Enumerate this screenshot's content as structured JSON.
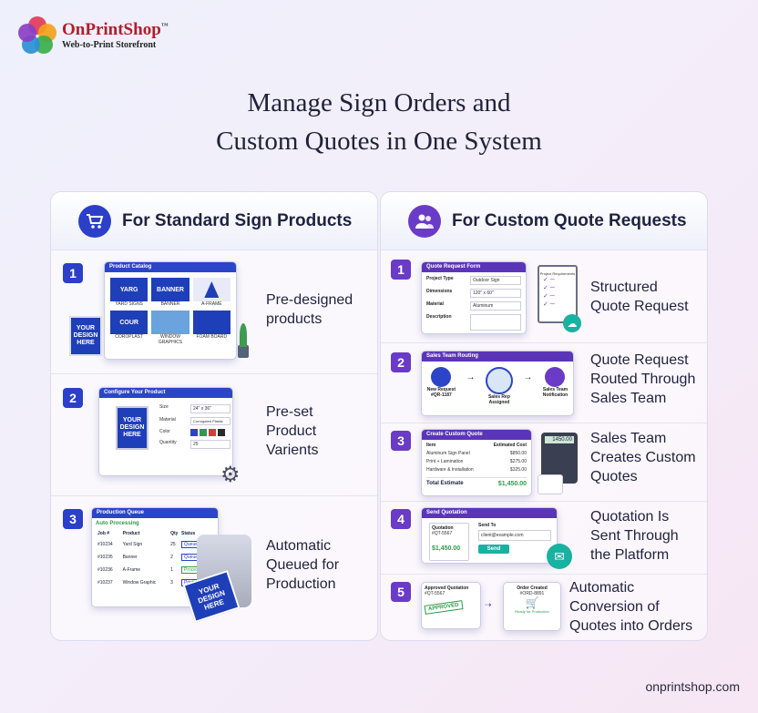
{
  "brand": {
    "name": "OnPrintShop",
    "trademark": "™",
    "tagline": "Web-to-Print Storefront"
  },
  "title": {
    "line1": "Manage Sign Orders and",
    "line2": "Custom Quotes in One System"
  },
  "left": {
    "heading": "For Standard Sign Products",
    "rows": [
      {
        "num": "1",
        "label_lines": [
          "Pre-designed",
          "products"
        ],
        "mock": {
          "title": "Product Catalog",
          "items": [
            "YARD SIGNS",
            "BANNER",
            "A-FRAME",
            "COROPLAST",
            "WINDOW GRAPHICS",
            "FOAM BOARD"
          ],
          "sign_texts": [
            "YARG",
            "BANNER",
            "COUR"
          ],
          "standee": [
            "YOUR",
            "DESIGN",
            "HERE"
          ]
        }
      },
      {
        "num": "2",
        "label_lines": [
          "Pre-set",
          "Product",
          "Varients"
        ],
        "mock": {
          "title": "Configure Your Product",
          "sign": [
            "YOUR",
            "DESIGN",
            "HERE"
          ],
          "fields": [
            {
              "k": "Size",
              "v": "24\" x 36\""
            },
            {
              "k": "Material",
              "v": "Corrugated Plastic"
            },
            {
              "k": "Color",
              "v": ""
            },
            {
              "k": "Quantity",
              "v": "25"
            }
          ],
          "swatches": [
            "#2c44c8",
            "#2e9a4a",
            "#d53b3b",
            "#2a2a2a"
          ]
        }
      },
      {
        "num": "3",
        "label_lines": [
          "Automatic",
          "Queued for",
          "Production"
        ],
        "mock": {
          "title": "Production Queue",
          "subtitle": "Auto Processing",
          "cols": [
            "Job #",
            "Product",
            "Qty",
            "Status"
          ],
          "rows": [
            [
              "#10234",
              "Yard Sign",
              "25",
              "Queued"
            ],
            [
              "#10235",
              "Banner",
              "2",
              "Queued"
            ],
            [
              "#10236",
              "A-Frame",
              "1",
              "Processing"
            ],
            [
              "#10237",
              "Window Graphic",
              "3",
              "Printing"
            ]
          ],
          "sign": [
            "YOUR",
            "DESIGN",
            "HERE"
          ]
        }
      }
    ]
  },
  "right": {
    "heading": "For Custom Quote Requests",
    "rows": [
      {
        "num": "1",
        "label_lines": [
          "Structured",
          "Quote Request"
        ],
        "mock": {
          "title": "Quote Request Form",
          "fields": [
            {
              "k": "Project Type",
              "v": "Outdoor Sign"
            },
            {
              "k": "Dimensions",
              "v": "120\" x 60\""
            },
            {
              "k": "Material",
              "v": "Aluminum"
            },
            {
              "k": "Description",
              "v": ""
            }
          ],
          "clip_title": "Project Requirements"
        }
      },
      {
        "num": "2",
        "label_lines": [
          "Quote Request",
          "Routed Through",
          "Sales Team"
        ],
        "mock": {
          "title": "Sales Team Routing",
          "nodes": [
            [
              "New Request",
              "#QR-1187"
            ],
            [
              "Sales Rep",
              "Assigned"
            ],
            [
              "Sales Team",
              "Notification"
            ]
          ]
        }
      },
      {
        "num": "3",
        "label_lines": [
          "Sales Team",
          "Creates Custom",
          "Quotes"
        ],
        "mock": {
          "title": "Create Custom Quote",
          "cols": [
            "Item",
            "Estimated Cost"
          ],
          "rows": [
            [
              "Aluminum Sign Panel",
              "$850.00"
            ],
            [
              "Print + Lamination",
              "$275.00"
            ],
            [
              "Hardware & Installation",
              "$325.00"
            ]
          ],
          "total_label": "Total Estimate",
          "total": "$1,450.00",
          "calc": "1450.00"
        }
      },
      {
        "num": "4",
        "label_lines": [
          "Quotation Is",
          "Sent Through",
          "the Platform"
        ],
        "mock": {
          "title": "Send Quotation",
          "doc_title": "Quotation",
          "doc_id": "#QT-5567",
          "amount": "$1,450.00",
          "send_to": "Send To",
          "email": "client@example.com",
          "button": "Send"
        }
      },
      {
        "num": "5",
        "label_lines": [
          "Automatic",
          "Conversion of",
          "Quotes into Orders"
        ],
        "mock": {
          "a_title": "Approved Quotation",
          "a_id": "#QT-5567",
          "stamp": "APPROVED",
          "b_title": "Order Created",
          "b_id": "#ORD-8891",
          "b_status": "Ready for Production"
        }
      }
    ]
  },
  "footer": "onprintshop.com",
  "colors": {
    "blue": "#2b3fc9",
    "purple": "#6a3bc7",
    "brand_red": "#b41d2a"
  }
}
